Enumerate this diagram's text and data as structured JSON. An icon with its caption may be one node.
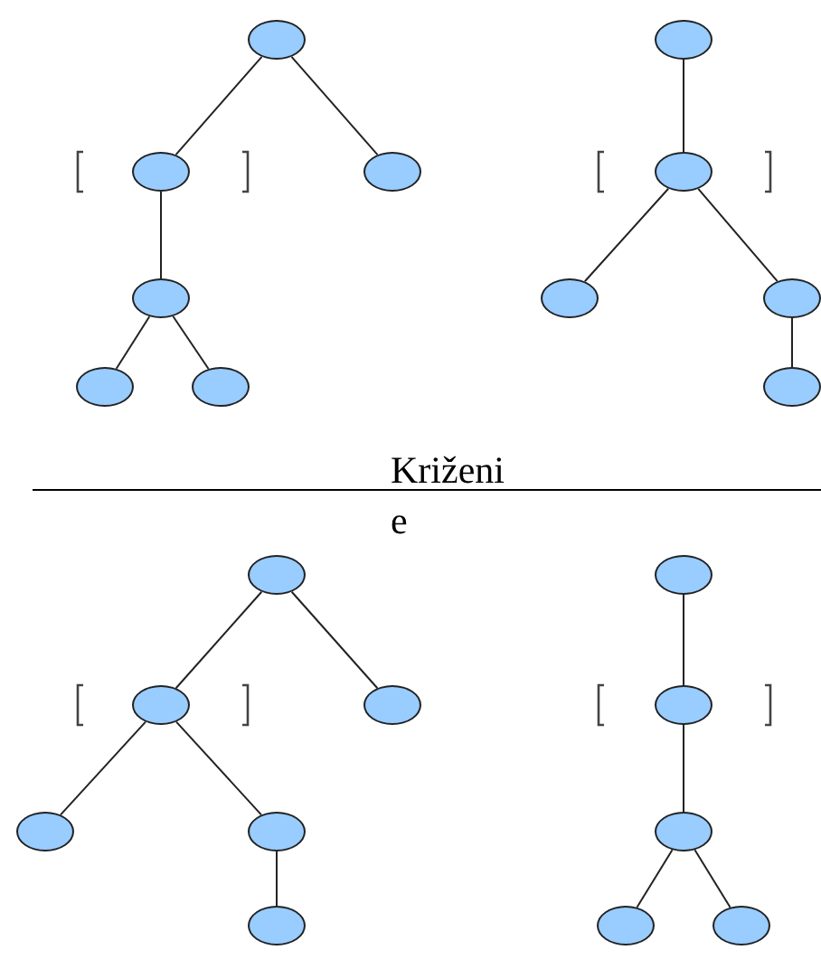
{
  "diagram": {
    "nodes": [
      {
        "text": [],
        "shape": "ellipse"
      },
      {
        "text": [],
        "shape": "ellipse"
      },
      {
        "text": [],
        "shape": "ellipse"
      },
      {
        "text": [],
        "shape": "ellipse"
      },
      {
        "text": [],
        "shape": "ellipse"
      },
      {
        "text": [],
        "shape": "ellipse"
      },
      {
        "text": [],
        "shape": "ellipse"
      },
      {
        "text": [],
        "shape": "ellipse"
      },
      {
        "text": [],
        "shape": "ellipse"
      },
      {
        "text": [],
        "shape": "ellipse"
      },
      {
        "text": [],
        "shape": "ellipse"
      },
      {
        "text": [],
        "shape": "ellipse"
      },
      {
        "text": [],
        "shape": "ellipse"
      },
      {
        "text": [],
        "shape": "ellipse"
      },
      {
        "text": [],
        "shape": "ellipse"
      },
      {
        "text": [],
        "shape": "ellipse"
      },
      {
        "text": [],
        "shape": "ellipse"
      },
      {
        "text": [],
        "shape": "ellipse"
      },
      {
        "text": [],
        "shape": "ellipse"
      },
      {
        "text": [],
        "shape": "ellipse"
      },
      {
        "text": [],
        "shape": "ellipse"
      },
      {
        "text": [],
        "shape": "ellipse"
      }
    ],
    "edges": [
      {
        "from": 0,
        "to": 1,
        "arrow": "none"
      },
      {
        "from": 0,
        "to": 2,
        "arrow": "none"
      },
      {
        "from": 1,
        "to": 3,
        "arrow": "none"
      },
      {
        "from": 3,
        "to": 4,
        "arrow": "none"
      },
      {
        "from": 3,
        "to": 5,
        "arrow": "none"
      },
      {
        "from": 6,
        "to": 7,
        "arrow": "none"
      },
      {
        "from": 7,
        "to": 8,
        "arrow": "none"
      },
      {
        "from": 7,
        "to": 9,
        "arrow": "none"
      },
      {
        "from": 9,
        "to": 10,
        "arrow": "none"
      },
      {
        "from": 11,
        "to": 12,
        "arrow": "none"
      },
      {
        "from": 11,
        "to": 13,
        "arrow": "none"
      },
      {
        "from": 12,
        "to": 14,
        "arrow": "none"
      },
      {
        "from": 12,
        "to": 15,
        "arrow": "none"
      },
      {
        "from": 15,
        "to": 16,
        "arrow": "none"
      },
      {
        "from": 17,
        "to": 18,
        "arrow": "none"
      },
      {
        "from": 18,
        "to": 19,
        "arrow": "none"
      },
      {
        "from": 19,
        "to": 20,
        "arrow": "none"
      },
      {
        "from": 19,
        "to": 21,
        "arrow": "none"
      }
    ],
    "labels": [
      "Križeni e"
    ]
  }
}
